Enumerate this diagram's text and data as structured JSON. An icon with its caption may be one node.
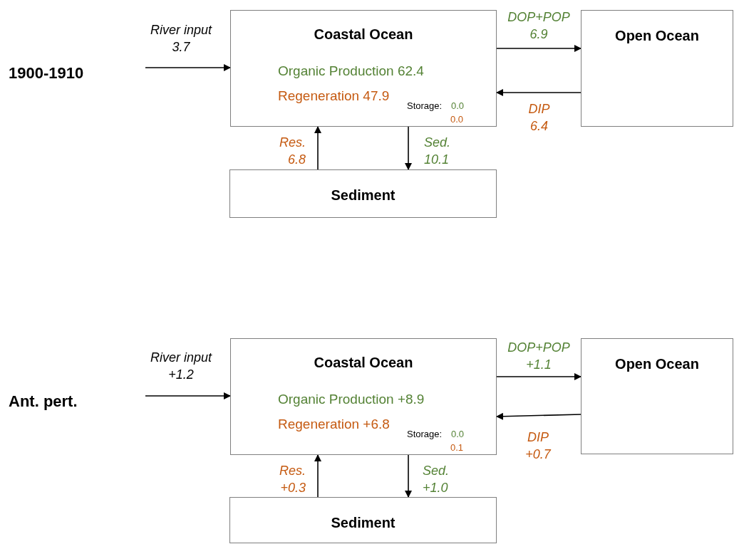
{
  "diagram": {
    "nodes": [
      {
        "text": [
          "Coastal Ocean",
          "Organic Production 62.4",
          "Regeneration 47.9",
          "Storage:",
          "0.0",
          "0.0"
        ]
      },
      {
        "text": [
          "Open Ocean"
        ]
      },
      {
        "text": [
          "Sediment"
        ]
      },
      {
        "text": [
          "Coastal Ocean",
          "Organic Production +8.9",
          "Regeneration +6.8",
          "Storage:",
          "0.0",
          "0.1"
        ]
      },
      {
        "text": [
          "Open Ocean"
        ]
      },
      {
        "text": [
          "Sediment"
        ]
      }
    ],
    "edges": [
      {
        "from": null,
        "to": 0,
        "arrow": "to",
        "label": "River input 3.7"
      },
      {
        "from": 0,
        "to": 1,
        "arrow": "to",
        "label": "DOP+POP 6.9"
      },
      {
        "from": 1,
        "to": 0,
        "arrow": "to",
        "label": "DIP 6.4"
      },
      {
        "from": 2,
        "to": 0,
        "arrow": "to",
        "label": "Res. 6.8"
      },
      {
        "from": 0,
        "to": 2,
        "arrow": "to",
        "label": "Sed. 10.1"
      },
      {
        "from": null,
        "to": 3,
        "arrow": "to",
        "label": "River input +1.2"
      },
      {
        "from": 3,
        "to": 4,
        "arrow": "to",
        "label": "DOP+POP +1.1"
      },
      {
        "from": 4,
        "to": 3,
        "arrow": "to",
        "label": "DIP +0.7"
      },
      {
        "from": 5,
        "to": 3,
        "arrow": "to",
        "label": "Res. +0.3"
      },
      {
        "from": 3,
        "to": 5,
        "arrow": "to",
        "label": "Sed. +1.0"
      }
    ],
    "labels": [
      "1900-1910",
      "Ant. pert."
    ]
  }
}
